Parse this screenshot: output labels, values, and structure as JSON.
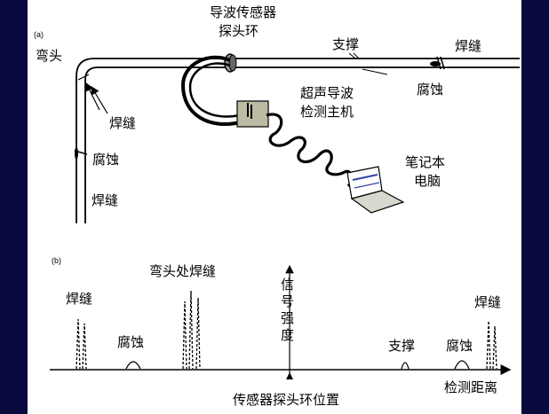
{
  "panel_a": {
    "tag": "(a)",
    "sensor_ring": [
      "导波传感器",
      "探头环"
    ],
    "support": "支撑",
    "weld_top_right": "焊缝",
    "elbow": "弯头",
    "weld_elbow": "焊缝",
    "corrosion_top": "腐蚀",
    "host": [
      "超声导波",
      "检测主机"
    ],
    "corrosion_left": "腐蚀",
    "laptop": [
      "笔记本",
      "电脑"
    ],
    "weld_left": "焊缝"
  },
  "panel_b": {
    "tag": "(b)",
    "elbow_weld": "弯头处焊缝",
    "weld_left": "焊缝",
    "signal_axis": [
      "信",
      "号",
      "强",
      "度"
    ],
    "weld_right": "焊缝",
    "corrosion_left": "腐蚀",
    "support": "支撑",
    "corrosion_right": "腐蚀",
    "distance": "检测距离",
    "position": "传感器探头环位置"
  },
  "colors": {
    "background": "#0a0a3e",
    "panel": "#ffffff",
    "host_box": "#bcbca4"
  }
}
